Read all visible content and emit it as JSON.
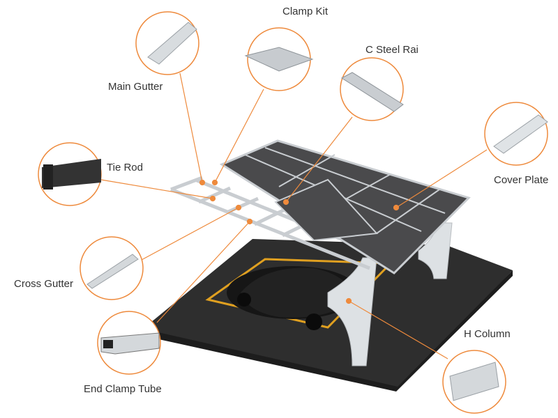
{
  "colors": {
    "accent": "#ee8a3c",
    "ground": "#2e2e2e",
    "panel": "#4a4a4c",
    "frame": "#d4d8dc",
    "stripe": "#e0a020"
  },
  "labels": {
    "main_gutter": "Main Gutter",
    "clamp_kit": "Clamp Kit",
    "c_steel_rail": "C Steel Rai",
    "cover_plate": "Cover Plate",
    "tie_rod": "Tie Rod",
    "cross_gutter": "Cross Gutter",
    "end_clamp_tube": "End Clamp Tube",
    "h_column": "H Column"
  }
}
